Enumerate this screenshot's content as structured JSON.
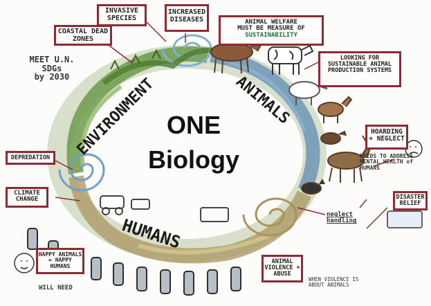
{
  "center": {
    "line1": "ONE",
    "line2": "Biology"
  },
  "ring_labels": {
    "environment": "ENVIRONMENT",
    "animals": "ANIMALS",
    "humans": "HUMANS"
  },
  "boxes": {
    "invasive_species": "INVASIVE SPECIES",
    "increased_diseases": "INCREASED DISEASES",
    "coastal_dead_zones": "COASTAL DEAD ZONES",
    "animal_welfare_line1": "ANIMAL WELFARE",
    "animal_welfare_line2": "MUST BE MEASURE OF",
    "animal_welfare_line3": "SUSTAINABILITY",
    "hoarding": "HOARDING + NEGLECT",
    "disaster_relief": "DISASTER RELIEF",
    "depredation": "DEPREDATION",
    "climate_change": "CLIMATE CHANGE",
    "animal_violence": "ANIMAL VIOLENCE + ABUSE",
    "happy_humans": "HAPPY ANIMALS = HAPPY HUMANS",
    "looking_for": "LOOKING FOR SUSTAINABLE ANIMAL PRODUCTION SYSTEMS"
  },
  "notes": {
    "meet_un_line1": "MEET U.N.",
    "meet_un_line2": "SDGs",
    "meet_un_line3": "by 2030",
    "needs_to_address": "NEEDS TO ADDRESS MENTAL HEALTH of HUMANS",
    "neglect_handling": "neglect handling",
    "will_need": "WILL NEED",
    "when_violence": "WHEN VIOLENCE IS ABOUT ANIMALS"
  },
  "colors": {
    "box_border": "#8e2a32",
    "ring_green": "#7ea35a",
    "ring_blue": "#5d8fb8",
    "ring_tan": "#b5a06a",
    "swirl_blue": "#7fb0d6"
  }
}
